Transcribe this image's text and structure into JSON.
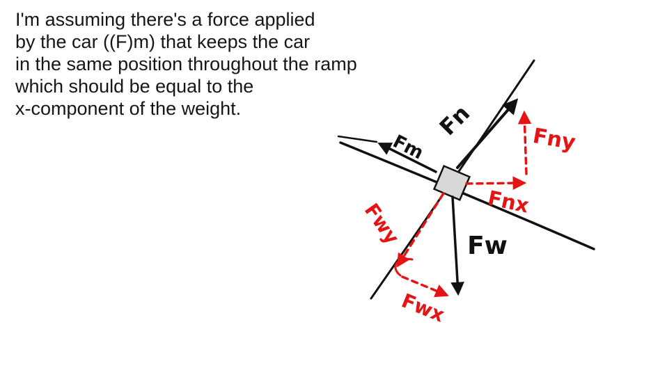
{
  "note": {
    "lines": [
      "I'm assuming there's a force applied",
      "by the car ((F)m) that keeps the car",
      "in the same position throughout the ramp",
      "which should be equal to the",
      "x-component of the weight."
    ]
  },
  "diagram": {
    "labels": {
      "normal_force": "Fn",
      "applied_force": "Fm",
      "weight": "Fw",
      "normal_y_component": "Fny",
      "normal_x_component": "Fnx",
      "weight_y_component": "Fwy",
      "weight_x_component": "Fwx"
    },
    "colors": {
      "ink": "#111111",
      "component_red": "#e51414",
      "box_fill": "#d8d8d8"
    }
  }
}
